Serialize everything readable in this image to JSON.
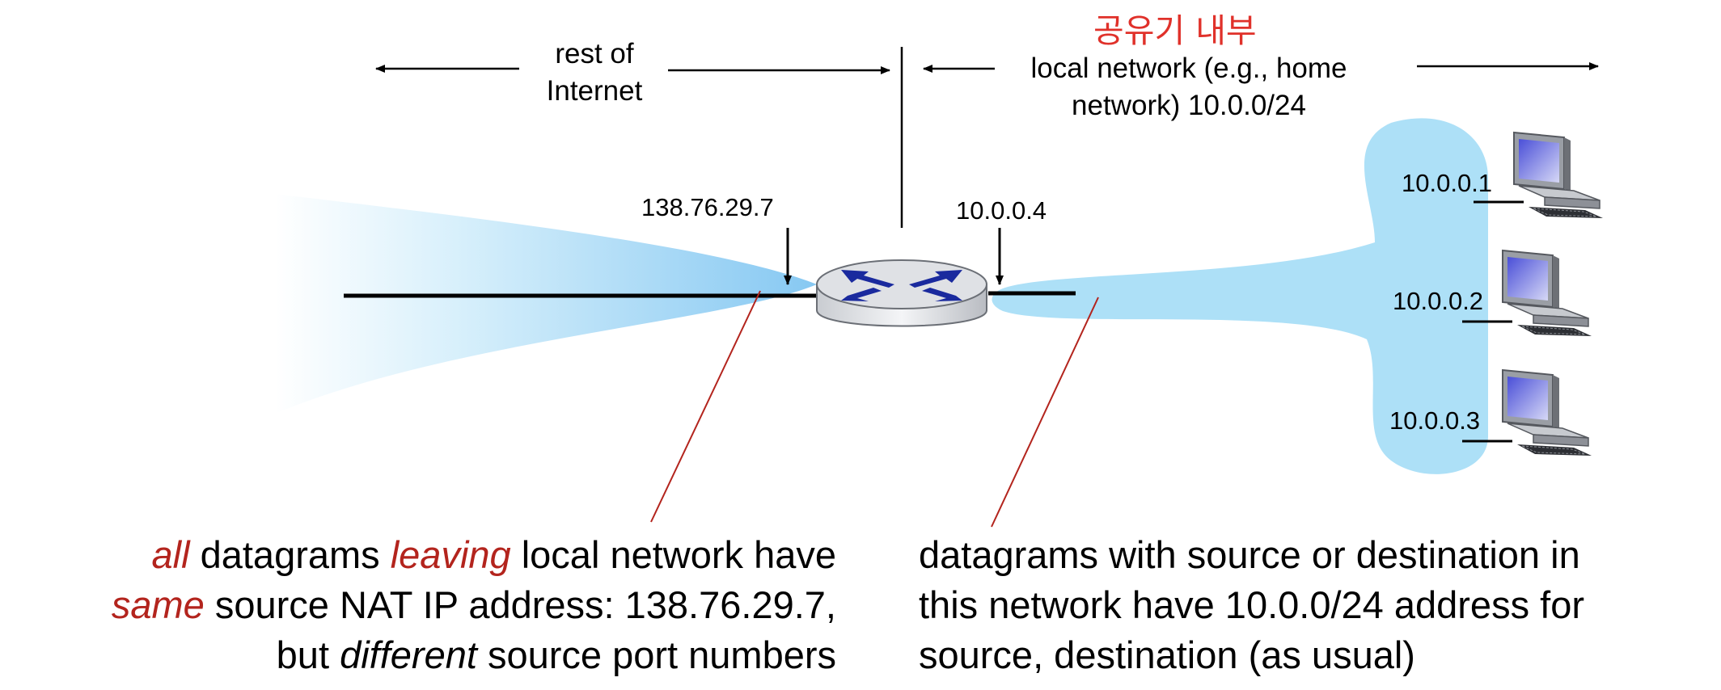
{
  "colors": {
    "cloud_dark": "#8ccbf3",
    "cloud_light": "#ade0f7",
    "callout_line": "#b3241d",
    "korean_text": "#e0312a",
    "emphasis_text": "#b3241d",
    "router_body": "#dfe1e5",
    "router_arrows": "#1a2a9e"
  },
  "header": {
    "korean_title": "공유기 내부",
    "rest_of_internet_line1": "rest of",
    "rest_of_internet_line2": "Internet",
    "local_network_line1": "local network (e.g., home",
    "local_network_line2": "network) 10.0.0/24"
  },
  "addresses": {
    "nat_public": "138.76.29.7",
    "router_local": "10.0.0.4",
    "host1": "10.0.0.1",
    "host2": "10.0.0.2",
    "host3": "10.0.0.3"
  },
  "caption_left": {
    "l1_em": "all",
    "l1_a": " datagrams ",
    "l1_em2": "leaving",
    "l1_b": " local network have",
    "l2_em": "same",
    "l2_a": " source NAT IP address: 138.76.29.7,",
    "l3_a": "but ",
    "l3_em": "different",
    "l3_b": " source port numbers"
  },
  "caption_right": {
    "l1": "datagrams with source or destination in",
    "l2": "this network have 10.0.0/24 address for",
    "l3": "source, destination (as usual)"
  },
  "icons": {
    "router": "router-icon",
    "computer": "desktop-computer-icon"
  }
}
